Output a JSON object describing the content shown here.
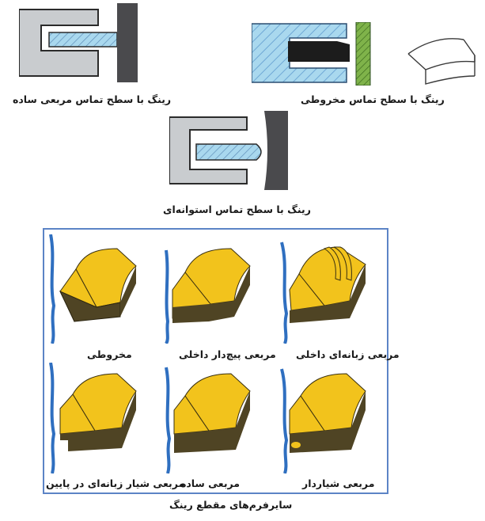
{
  "diagrams": {
    "plain_rectangular": {
      "caption": "رینگ با سطح تماس مربعی ساده"
    },
    "tapered": {
      "caption": "رینگ با سطح تماس مخروطی"
    },
    "barrel_faced": {
      "caption": "رینگ با سطح تماس استوانه‌ای"
    }
  },
  "section_types": {
    "cells": [
      {
        "label": "مخروطی"
      },
      {
        "label": "مربعی پیچ‌دار داخلی"
      },
      {
        "label": "مربعی زبانه‌ای داخلی"
      },
      {
        "label": "مربعی شیار زبانه‌ای در پایین"
      },
      {
        "label": "مربعی ساده"
      },
      {
        "label": "مربعی شیاردار"
      }
    ],
    "caption": "سایرفرم‌های مقطع رینگ"
  },
  "colors": {
    "piston_gray": "#c9cccf",
    "wall_dark": "#4a4a4d",
    "ring_blue": "#a9d8ee",
    "hatch_blue": "#6fa8d6",
    "ring_black": "#1c1c1c",
    "wall_green": "#7fb34a",
    "ring_yellow": "#f2c31c",
    "ring_shadow": "#4f4424",
    "liner_blue": "#2f6fc0",
    "panel_border": "#5c84c6"
  }
}
